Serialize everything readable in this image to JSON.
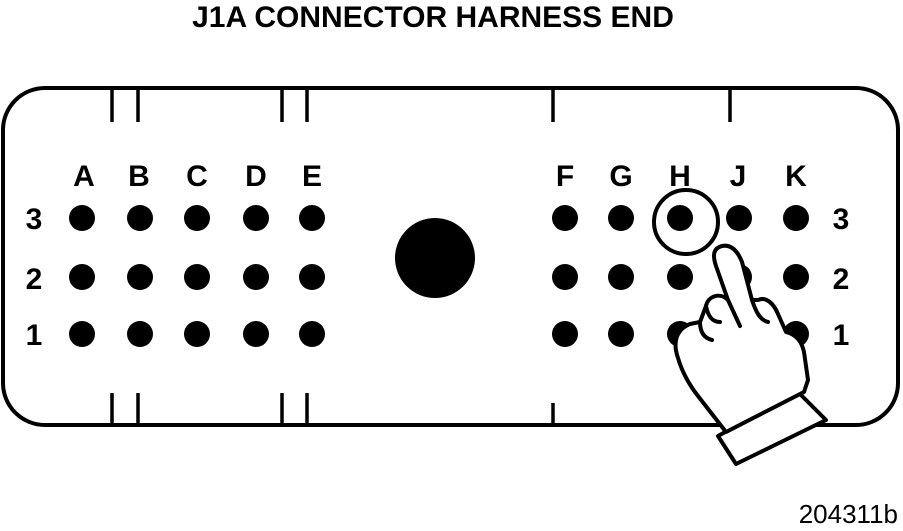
{
  "title": "J1A CONNECTOR HARNESS END",
  "figure_code": "204311b",
  "left_group": {
    "columns": [
      "A",
      "B",
      "C",
      "D",
      "E"
    ]
  },
  "right_group": {
    "columns": [
      "F",
      "G",
      "H",
      "J",
      "K"
    ]
  },
  "rows": [
    "3",
    "2",
    "1"
  ],
  "highlighted_pin": {
    "column": "H",
    "row": "3"
  },
  "icons": {
    "pointer": "pointing-hand-icon",
    "highlight": "highlight-circle",
    "key": "center-key-hole"
  },
  "colors": {
    "ink": "#000000",
    "background": "#ffffff"
  }
}
